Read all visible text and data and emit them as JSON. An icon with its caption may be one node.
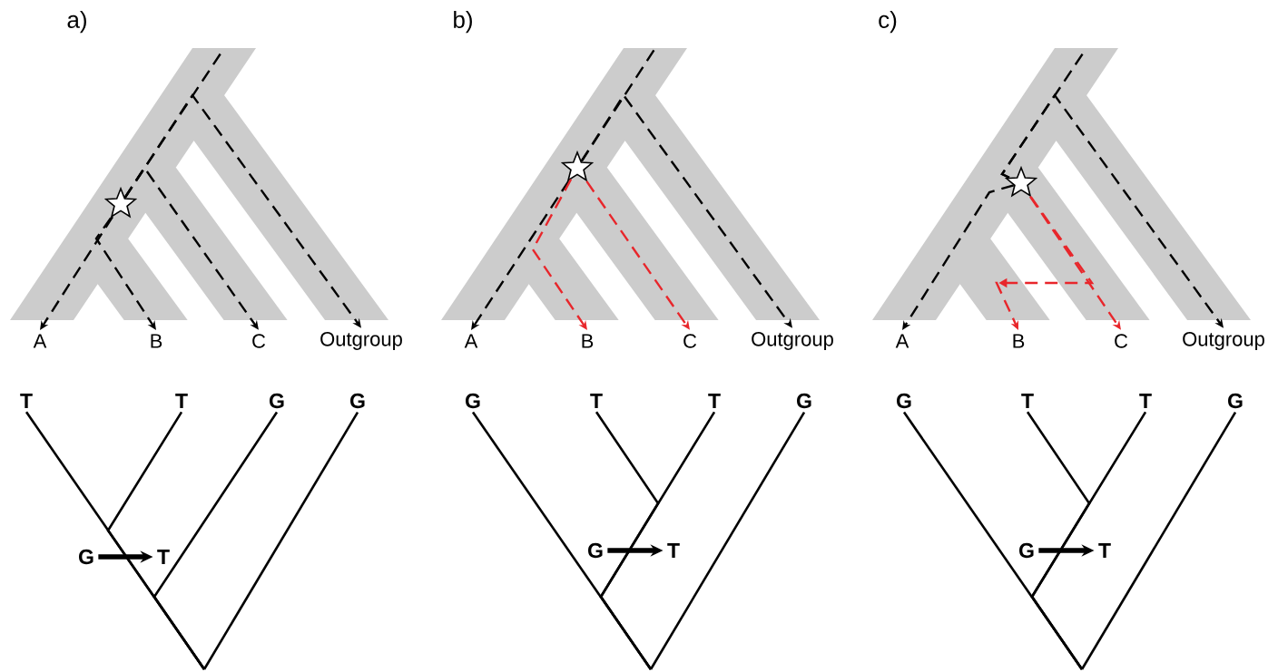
{
  "diagram": {
    "nodes": [
      {
        "text": [],
        "shape": "star"
      },
      {
        "text": [
          "A"
        ]
      },
      {
        "text": [
          "B"
        ]
      },
      {
        "text": [
          "C"
        ]
      },
      {
        "text": [
          "Outgroup"
        ]
      },
      {
        "text": [],
        "shape": "star"
      },
      {
        "text": [
          "A"
        ]
      },
      {
        "text": [
          "B"
        ]
      },
      {
        "text": [
          "C"
        ]
      },
      {
        "text": [
          "Outgroup"
        ]
      },
      {
        "text": [],
        "shape": "star"
      },
      {
        "text": [
          "A"
        ]
      },
      {
        "text": [
          "B"
        ]
      },
      {
        "text": [
          "C"
        ]
      },
      {
        "text": [
          "Outgroup"
        ]
      },
      {
        "text": [
          "T"
        ]
      },
      {
        "text": [
          "T"
        ]
      },
      {
        "text": [
          "G"
        ]
      },
      {
        "text": [
          "G"
        ]
      },
      {
        "text": [
          "G"
        ]
      },
      {
        "text": [
          "T"
        ]
      },
      {
        "text": [
          "G"
        ]
      },
      {
        "text": [
          "T"
        ]
      },
      {
        "text": [
          "T"
        ]
      },
      {
        "text": [
          "G"
        ]
      },
      {
        "text": [
          "G"
        ]
      },
      {
        "text": [
          "T"
        ]
      },
      {
        "text": [
          "G"
        ]
      },
      {
        "text": [
          "T"
        ]
      },
      {
        "text": [
          "T"
        ]
      },
      {
        "text": [
          "G"
        ]
      },
      {
        "text": [
          "G"
        ]
      },
      {
        "text": [
          "T"
        ]
      }
    ],
    "edges": [
      {
        "from": 0,
        "to": 1,
        "arrow": "to",
        "style": "dashed"
      },
      {
        "from": 0,
        "to": 2,
        "arrow": "to",
        "style": "dashed"
      },
      {
        "from": 0,
        "to": 3,
        "arrow": "to",
        "style": "dashed"
      },
      {
        "from": 0,
        "to": 4,
        "arrow": "to",
        "style": "dashed"
      },
      {
        "from": 5,
        "to": 6,
        "arrow": "to",
        "style": "dashed"
      },
      {
        "from": 5,
        "to": 9,
        "arrow": "to",
        "style": "dashed"
      },
      {
        "from": 5,
        "to": 7,
        "arrow": "to",
        "style": "dashed",
        "color": "#e8262b"
      },
      {
        "from": 5,
        "to": 8,
        "arrow": "to",
        "style": "dashed",
        "color": "#e8262b"
      },
      {
        "from": 10,
        "to": 11,
        "arrow": "to",
        "style": "dashed"
      },
      {
        "from": 10,
        "to": 14,
        "arrow": "to",
        "style": "dashed"
      },
      {
        "from": 10,
        "to": 13,
        "arrow": "to",
        "style": "dashed",
        "color": "#e8262b"
      },
      {
        "from": 10,
        "to": 12,
        "arrow": "to",
        "style": "dashed",
        "color": "#e8262b"
      },
      {
        "from": null,
        "to": 15,
        "arrow": "none"
      },
      {
        "from": null,
        "to": 16,
        "arrow": "none"
      },
      {
        "from": null,
        "to": 17,
        "arrow": "none"
      },
      {
        "from": null,
        "to": 18,
        "arrow": "none"
      },
      {
        "from": 19,
        "to": 20,
        "arrow": "to",
        "style": "thick"
      },
      {
        "from": null,
        "to": 21,
        "arrow": "none"
      },
      {
        "from": null,
        "to": 22,
        "arrow": "none"
      },
      {
        "from": null,
        "to": 23,
        "arrow": "none"
      },
      {
        "from": null,
        "to": 24,
        "arrow": "none"
      },
      {
        "from": 25,
        "to": 26,
        "arrow": "to",
        "style": "thick"
      },
      {
        "from": null,
        "to": 27,
        "arrow": "none"
      },
      {
        "from": null,
        "to": 28,
        "arrow": "none"
      },
      {
        "from": null,
        "to": 29,
        "arrow": "none"
      },
      {
        "from": null,
        "to": 30,
        "arrow": "none"
      },
      {
        "from": 31,
        "to": 32,
        "arrow": "to",
        "style": "thick"
      }
    ],
    "labels": [
      "a)",
      "b)",
      "c)"
    ]
  }
}
